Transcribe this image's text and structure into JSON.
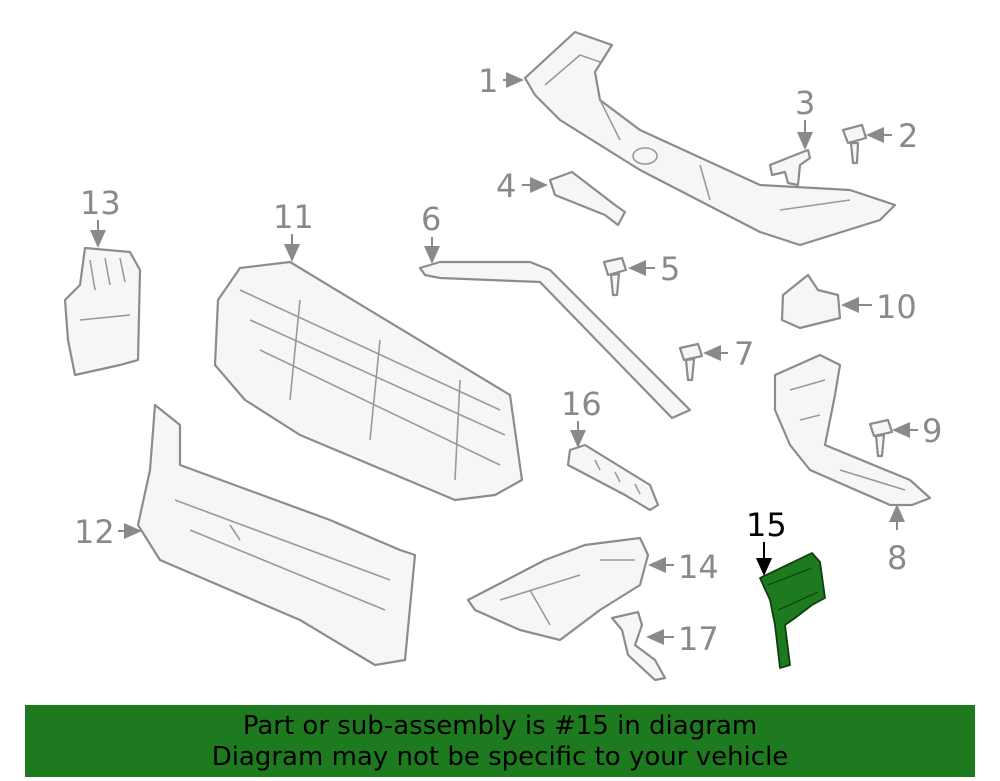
{
  "diagram": {
    "highlighted_part": "15",
    "highlight_color": "#1e7a1e",
    "callouts": {
      "c1": "1",
      "c2": "2",
      "c3": "3",
      "c4": "4",
      "c5": "5",
      "c6": "6",
      "c7": "7",
      "c8": "8",
      "c9": "9",
      "c10": "10",
      "c11": "11",
      "c12": "12",
      "c13": "13",
      "c14": "14",
      "c15": "15",
      "c16": "16",
      "c17": "17"
    }
  },
  "banner": {
    "line1": "Part or sub-assembly is #15 in diagram",
    "line2": "Diagram may not be specific to your vehicle",
    "background": "#1e7a1e"
  }
}
